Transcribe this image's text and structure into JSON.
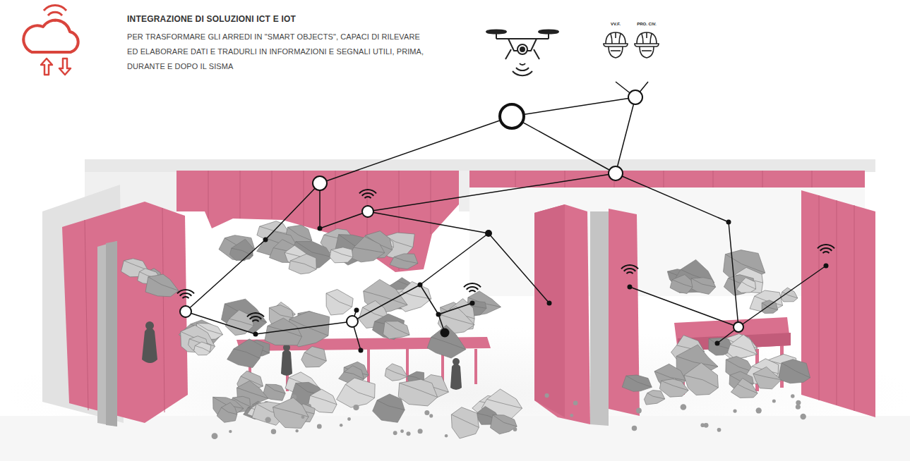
{
  "diagram": {
    "title": "INTEGRAZIONE DI SOLUZIONI ICT E IOT",
    "nodes": [
      {
        "text": [
          "VV.F."
        ]
      },
      {
        "text": [
          "PRO. CIV."
        ]
      }
    ],
    "labels": [
      "PER TRASFORMARE GLI ARREDI IN \"SMART OBJECTS\", CAPACI DI RILEVARE ED ELABORARE DATI E TRADURLI IN INFORMAZIONI E SEGNALI UTILI, PRIMA, DURANTE E DOPO IL SISMA"
    ]
  }
}
